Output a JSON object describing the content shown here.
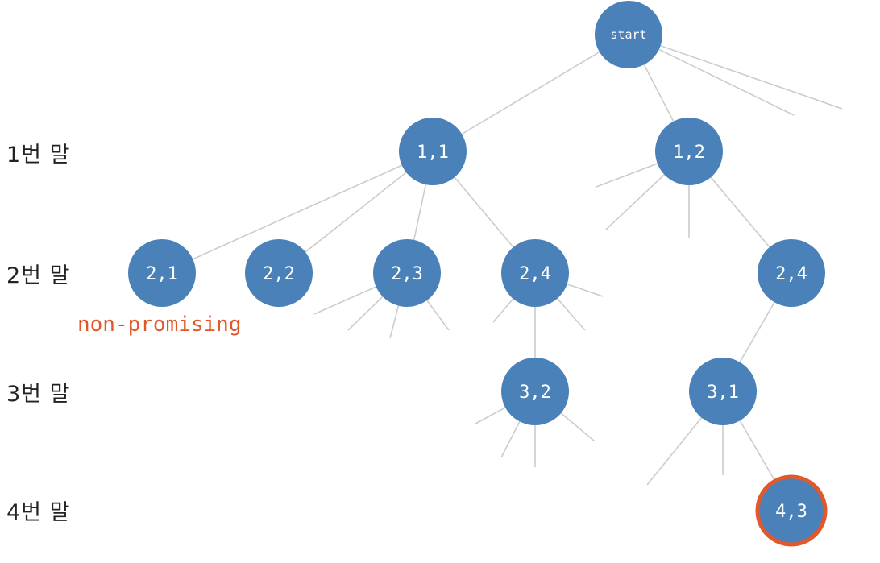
{
  "levels": [
    "1번 말",
    "2번 말",
    "3번 말",
    "4번 말"
  ],
  "annotation": "non-promising",
  "colors": {
    "node": "#4a81b9",
    "edge": "#cccccc",
    "highlight": "#e2582b",
    "node_text": "#ffffff"
  },
  "nodes": {
    "start": "start",
    "n11": "1,1",
    "n12": "1,2",
    "n21": "2,1",
    "n22": "2,2",
    "n23": "2,3",
    "n24a": "2,4",
    "n24b": "2,4",
    "n32": "3,2",
    "n31": "3,1",
    "n43": "4,3"
  }
}
